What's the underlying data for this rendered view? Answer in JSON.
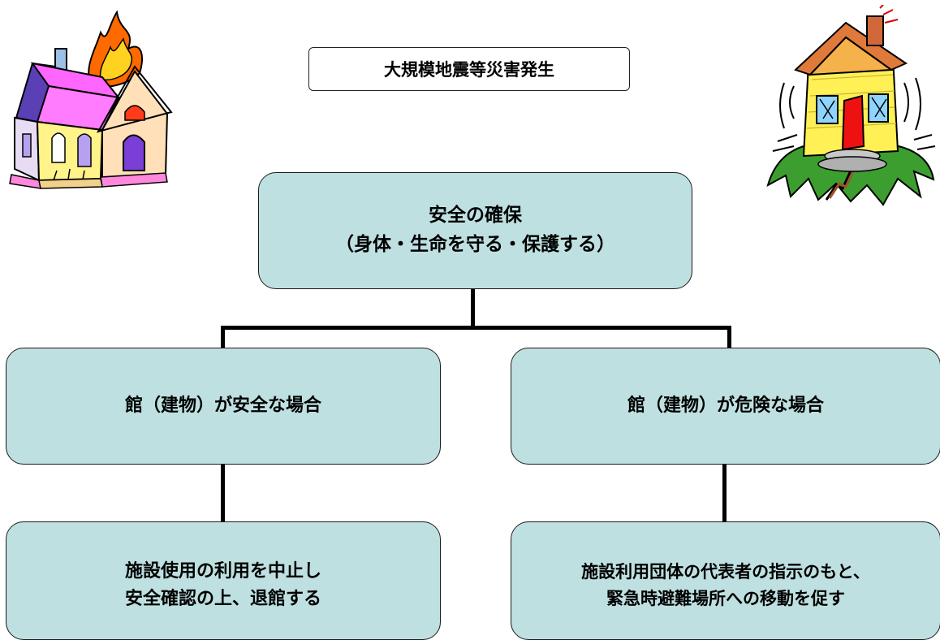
{
  "title": "大規模地震等災害発生",
  "root": {
    "line1": "安全の確保",
    "line2": "（身体・生命を守る・保護する）"
  },
  "left_branch": {
    "label": "館（建物）が安全な場合",
    "action_line1": "施設使用の利用を中止し",
    "action_line2": "安全確認の上、退館する"
  },
  "right_branch": {
    "label": "館（建物）が危険な場合",
    "action_line1": "施設利用団体の代表者の指示のもと、",
    "action_line2": "緊急時避難場所への移動を促す"
  },
  "illustrations": {
    "left": "burning-house-icon",
    "right": "earthquake-house-icon"
  }
}
